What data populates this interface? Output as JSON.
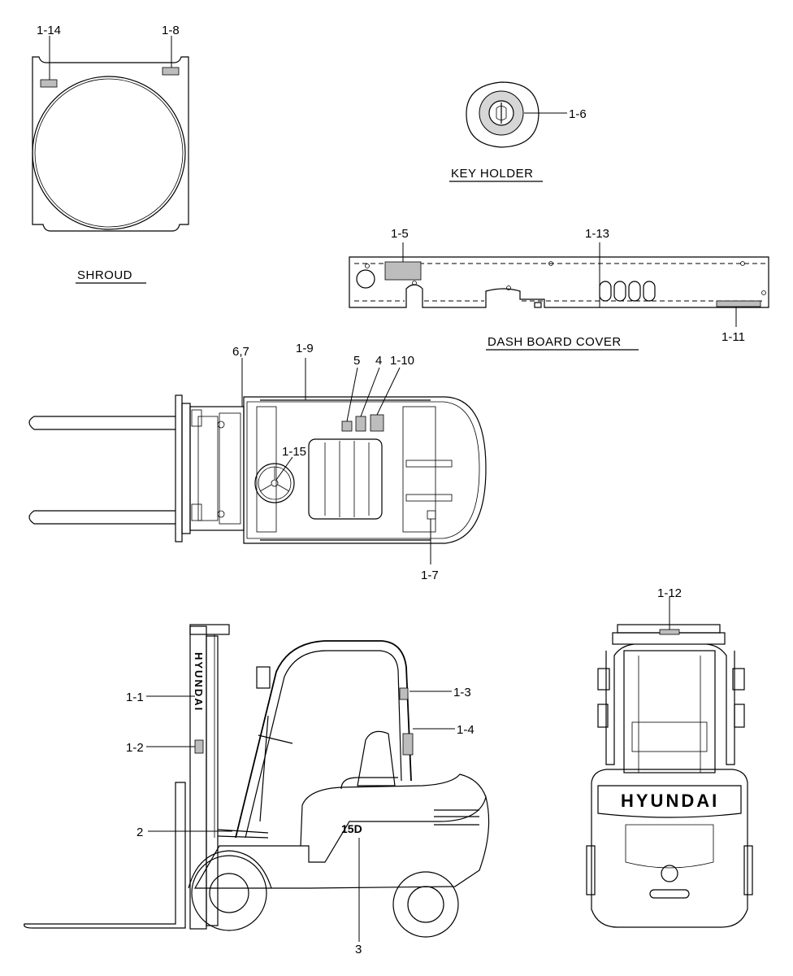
{
  "titles": {
    "shroud": "SHROUD",
    "key_holder": "KEY HOLDER",
    "dash_board_cover": "DASH BOARD COVER"
  },
  "callouts": {
    "c1_14": "1-14",
    "c1_8": "1-8",
    "c1_6": "1-6",
    "c1_5": "1-5",
    "c1_13": "1-13",
    "c1_11": "1-11",
    "c6_7": "6,7",
    "c1_9": "1-9",
    "c5": "5",
    "c4": "4",
    "c1_10": "1-10",
    "c1_15": "1-15",
    "c1_7": "1-7",
    "c1_12": "1-12",
    "c1_1": "1-1",
    "c1_2": "1-2",
    "c1_3": "1-3",
    "c1_4": "1-4",
    "c2": "2",
    "c3": "3"
  },
  "decal_text": {
    "mast_brand": "HYUNDAI",
    "rear_brand": "HYUNDAI",
    "model_badge": "15D"
  }
}
